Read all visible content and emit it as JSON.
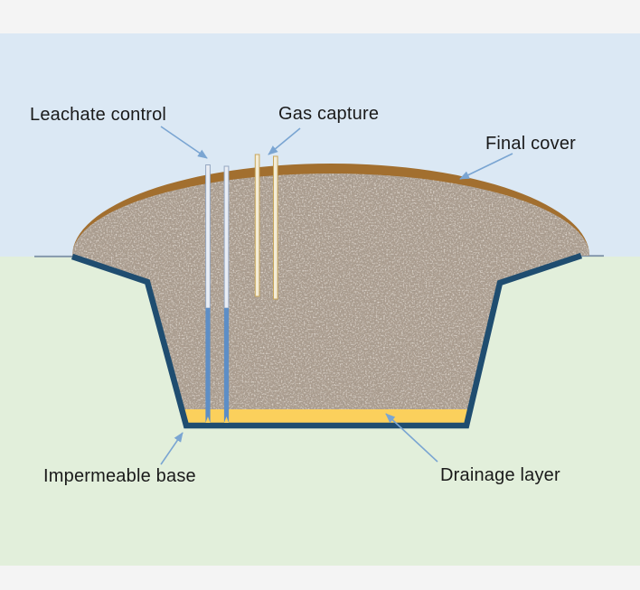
{
  "figure": {
    "type": "diagram",
    "subject": "Landfill cross-section",
    "labels": {
      "leachate_control": "Leachate control",
      "gas_capture": "Gas capture",
      "final_cover": "Final cover",
      "impermeable_base": "Impermeable base",
      "drainage_layer": "Drainage layer"
    },
    "colors": {
      "page_margin": "#f4f4f4",
      "sky": "#dbe8f4",
      "ground": "#e2efdb",
      "ground_line": "#7f93a9",
      "waste_fill": "#ab9d8f",
      "waste_dark_speck_rgb": "0.36 0.31 0.26",
      "waste_light_speck_rgb": "0.85 0.81 0.76",
      "cover_brown": "#a26f2f",
      "liner_blue": "#1f4d70",
      "drainage_yellow": "#fbd05c",
      "leachate_pipe_casing": "#e9edf4",
      "leachate_pipe_edge": "#95a7c1",
      "leachate_pipe_blue": "#5d8ec6",
      "gas_pipe_fill": "#f3ecd7",
      "gas_pipe_edge": "#c8a65b",
      "arrow": "#7aa5d2",
      "label_text": "#1a1a1a"
    }
  }
}
